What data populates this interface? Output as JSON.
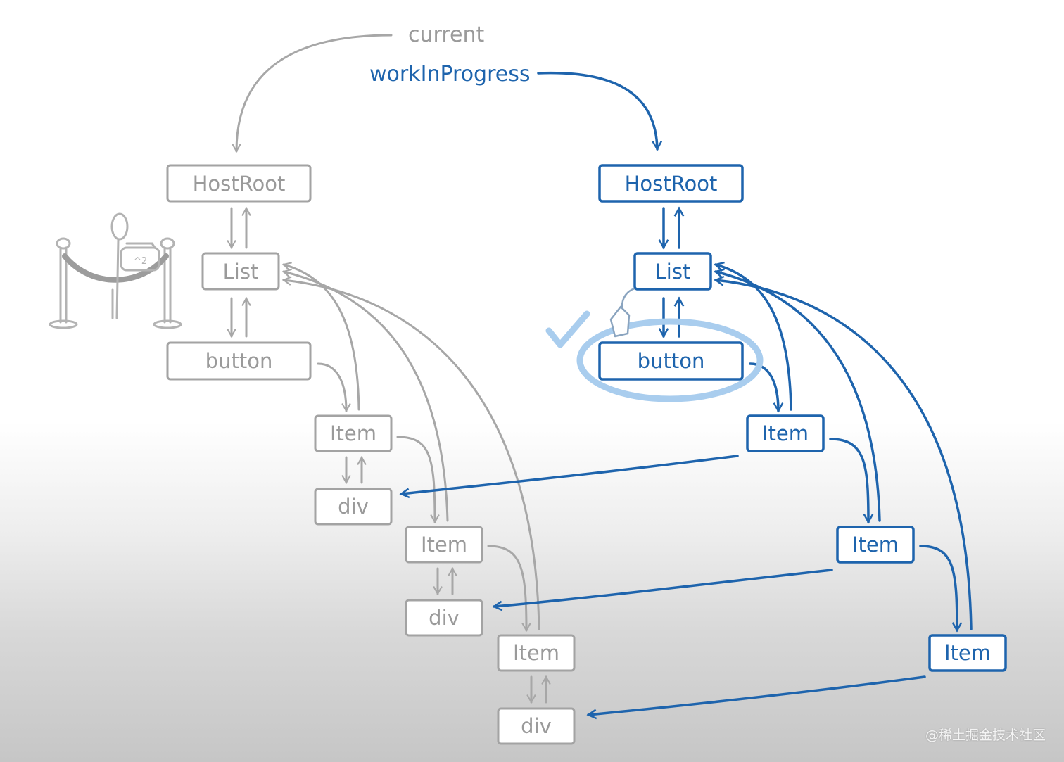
{
  "pointers": {
    "current": "current",
    "work_in_progress": "workInProgress"
  },
  "current_tree": {
    "host_root": "HostRoot",
    "list": "List",
    "button": "button",
    "items": [
      {
        "item": "Item",
        "child": "div"
      },
      {
        "item": "Item",
        "child": "div"
      },
      {
        "item": "Item",
        "child": "div"
      }
    ]
  },
  "work_in_progress_tree": {
    "host_root": "HostRoot",
    "list": "List",
    "button": "button",
    "items": [
      "Item",
      "Item",
      "Item"
    ]
  },
  "badge_text": "^2",
  "watermark": "@稀土掘金技术社区",
  "colors": {
    "current": "#a3a3a3",
    "work_in_progress": "#1e64ad",
    "highlight": "#a9cdee"
  },
  "icons": {
    "velvet_rope": "stanchion-rope-icon",
    "stick_figure": "stick-figure-icon",
    "tag": "tag-icon",
    "checkmark": "checkmark-icon"
  }
}
